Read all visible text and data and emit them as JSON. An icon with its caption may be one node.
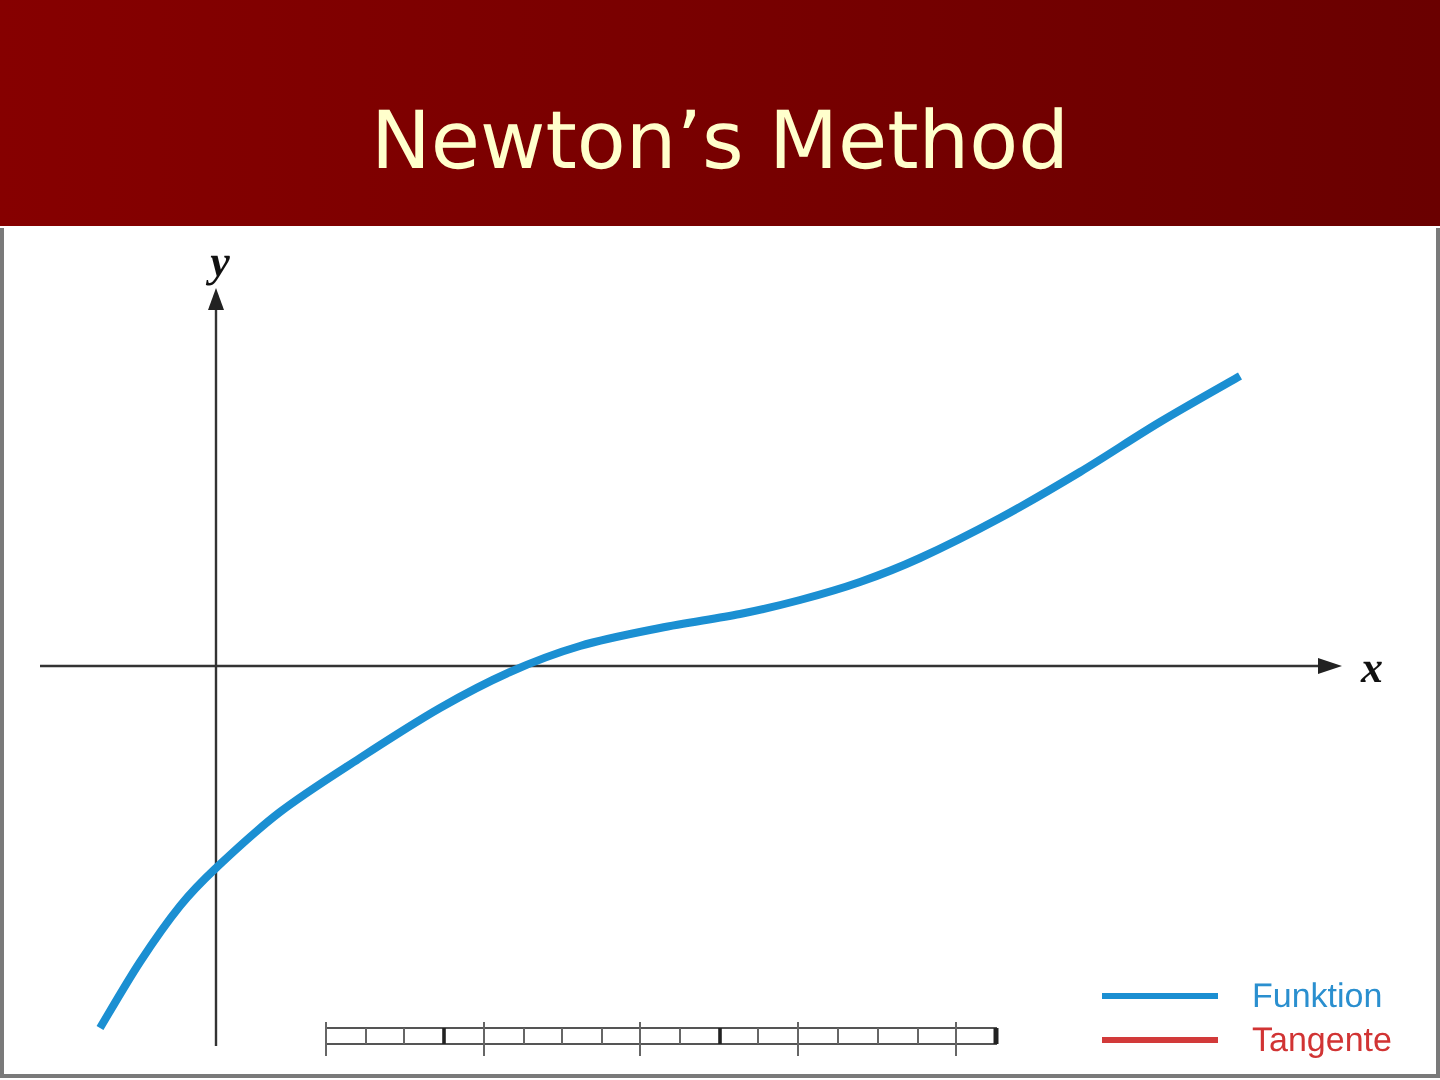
{
  "diagram": {
    "title": "Newton’s Method",
    "labels": [
      "y",
      "x"
    ],
    "legend": [
      {
        "text": "Funktion"
      },
      {
        "text": "Tangente"
      }
    ]
  }
}
